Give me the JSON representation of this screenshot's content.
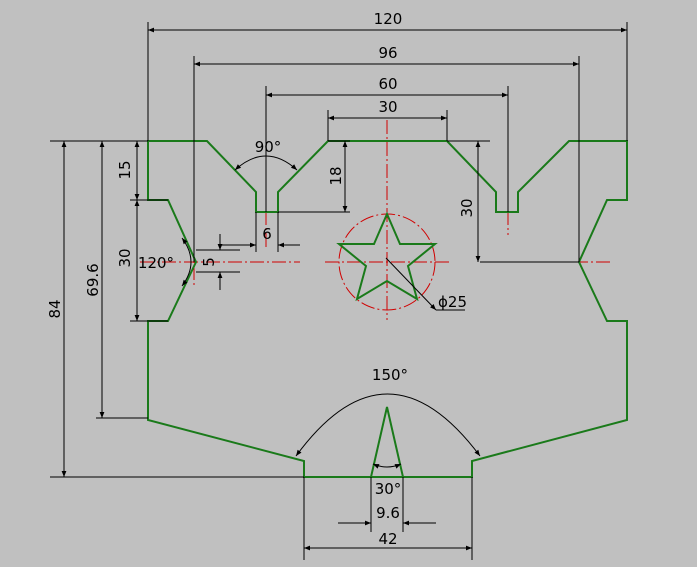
{
  "colors": {
    "background": "#c0c0c0",
    "outline": "#1a7a1a",
    "center_line": "#d00000",
    "dimension": "#000000"
  },
  "dimensions": {
    "overall_width": "120",
    "width_96": "96",
    "width_60": "60",
    "width_30": "30",
    "height_15": "15",
    "height_30_left": "30",
    "height_69_6": "69.6",
    "height_84": "84",
    "depth_18": "18",
    "depth_30_right": "30",
    "slot_6": "6",
    "slot_5": "5",
    "diameter_25": "ϕ25",
    "width_42": "42",
    "width_9_6": "9.6"
  },
  "angles": {
    "angle_90": "90°",
    "angle_120": "120°",
    "angle_150": "150°",
    "angle_30": "30°"
  }
}
